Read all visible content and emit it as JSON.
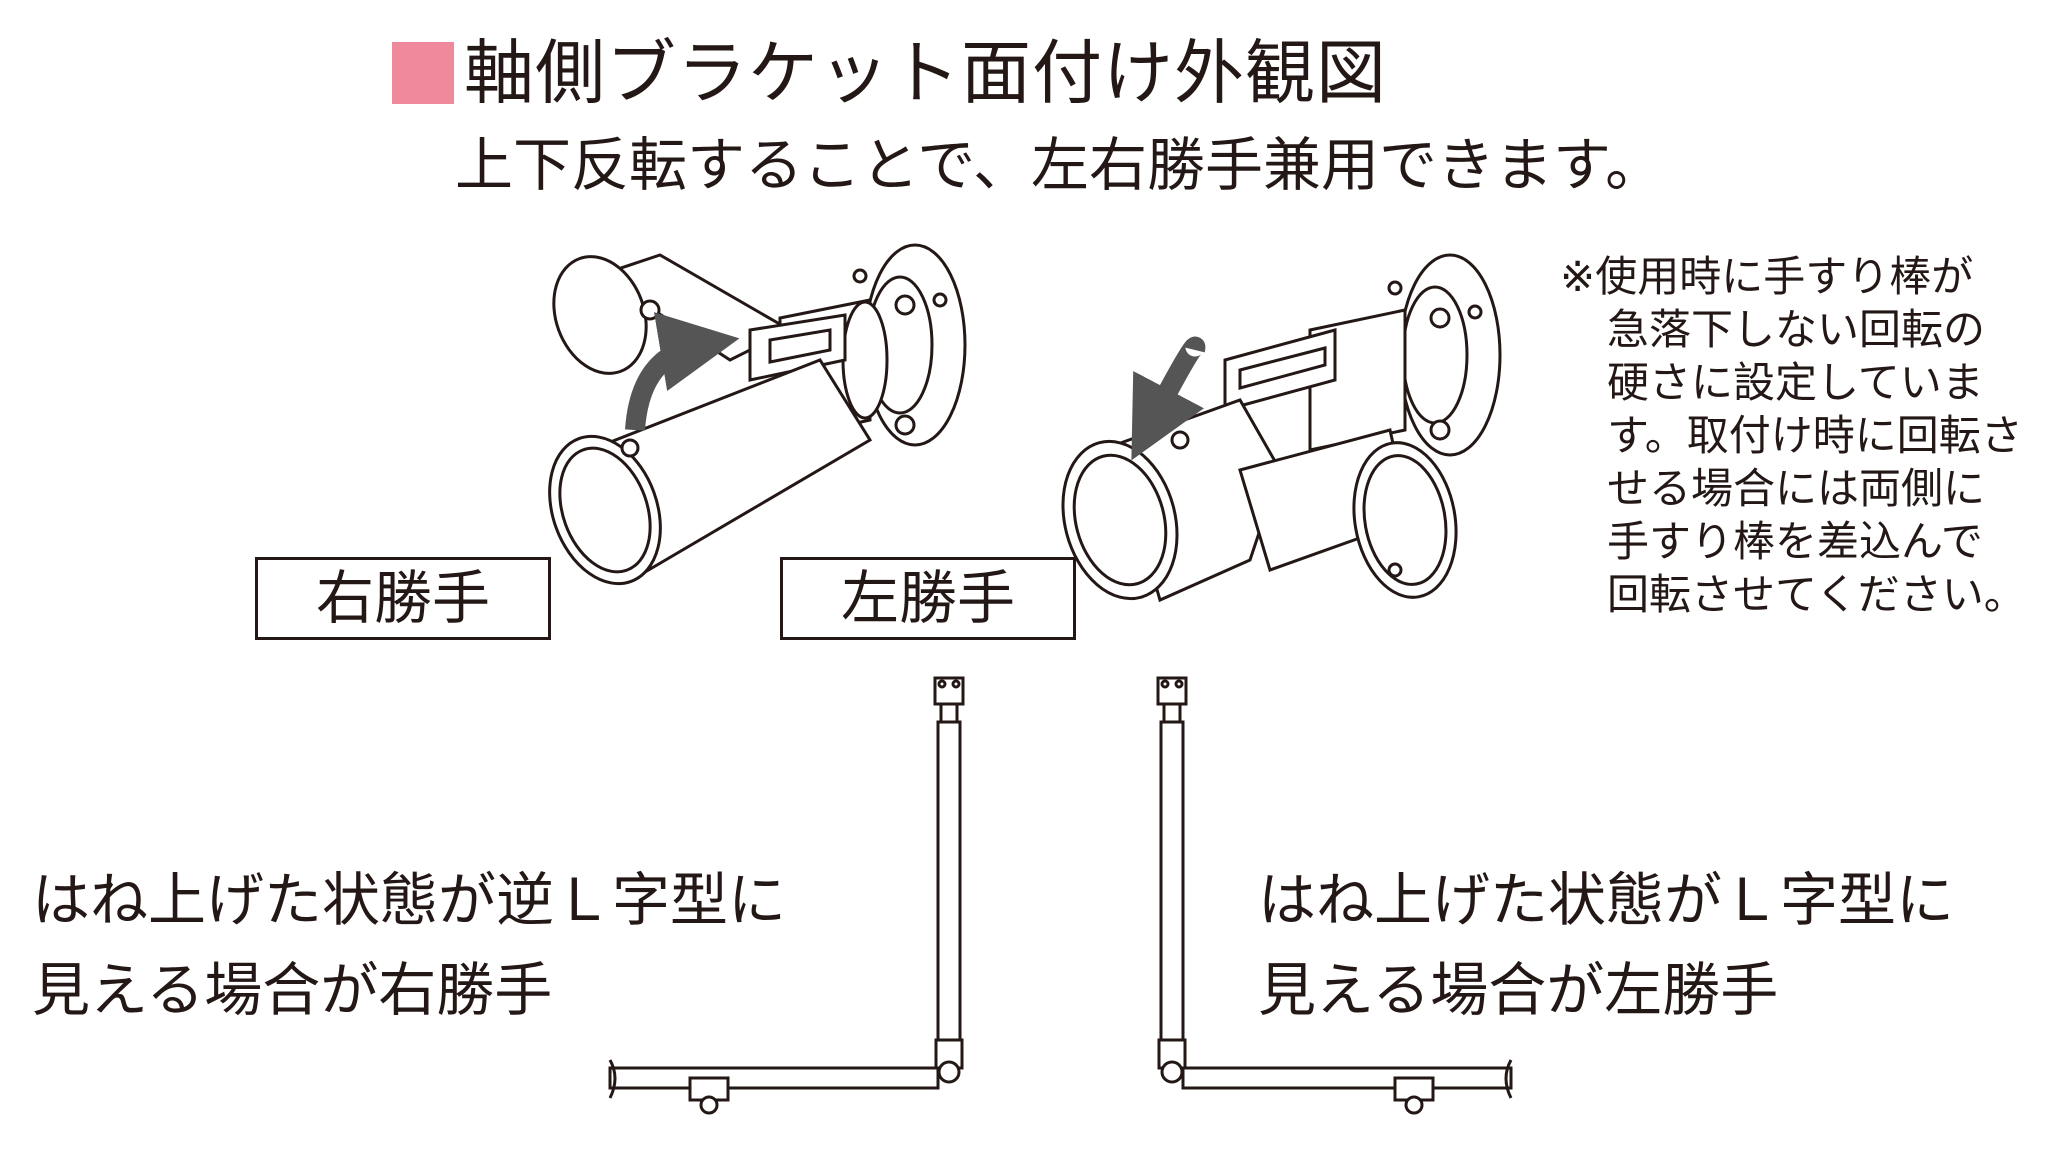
{
  "header": {
    "title": "軸側ブラケット面付け外観図",
    "subtitle": "上下反転することで、左右勝手兼用できます。",
    "accent_color": "#ef8a9c"
  },
  "note": {
    "lines": [
      "※使用時に手すり棒が",
      "急落下しない回転の",
      "硬さに設定していま",
      "す。取付け時に回転さ",
      "せる場合には両側に",
      "手すり棒を差込んで",
      "回転させてください。"
    ]
  },
  "views": {
    "right_hand_label": "右勝手",
    "left_hand_label": "左勝手"
  },
  "captions": {
    "right_hand": [
      "はね上げた状態が逆Ｌ字型に",
      "見える場合が右勝手"
    ],
    "left_hand": [
      "はね上げた状態がＬ字型に",
      "見える場合が左勝手"
    ]
  }
}
